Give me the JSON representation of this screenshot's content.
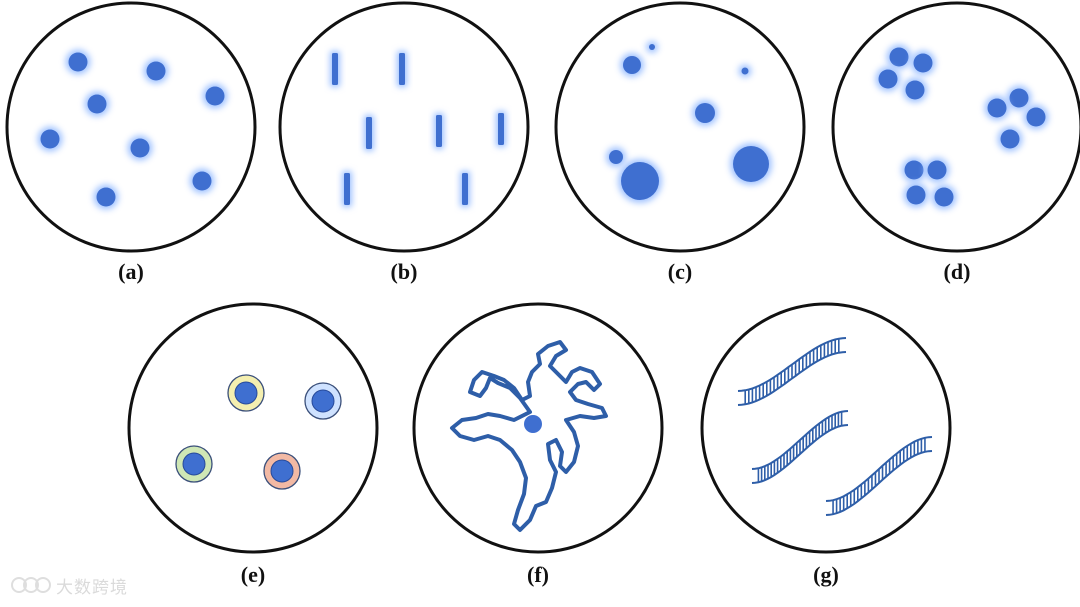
{
  "panels": [
    {
      "id": "a",
      "label": "(a)"
    },
    {
      "id": "b",
      "label": "(b)"
    },
    {
      "id": "c",
      "label": "(c)"
    },
    {
      "id": "d",
      "label": "(d)"
    },
    {
      "id": "e",
      "label": "(e)"
    },
    {
      "id": "f",
      "label": "(f)"
    },
    {
      "id": "g",
      "label": "(g)"
    }
  ],
  "watermark": {
    "text": "大数跨境"
  },
  "colors": {
    "outline": "#111111",
    "dot_fill": "#3f6fd0",
    "dot_glow": "#9cc0ff",
    "line_blue": "#2e5ea8",
    "ring_yellow": "#f4efb0",
    "ring_green": "#cfe7b5",
    "ring_pink": "#f2b9a4",
    "ring_blue": "#cfe2ff"
  }
}
